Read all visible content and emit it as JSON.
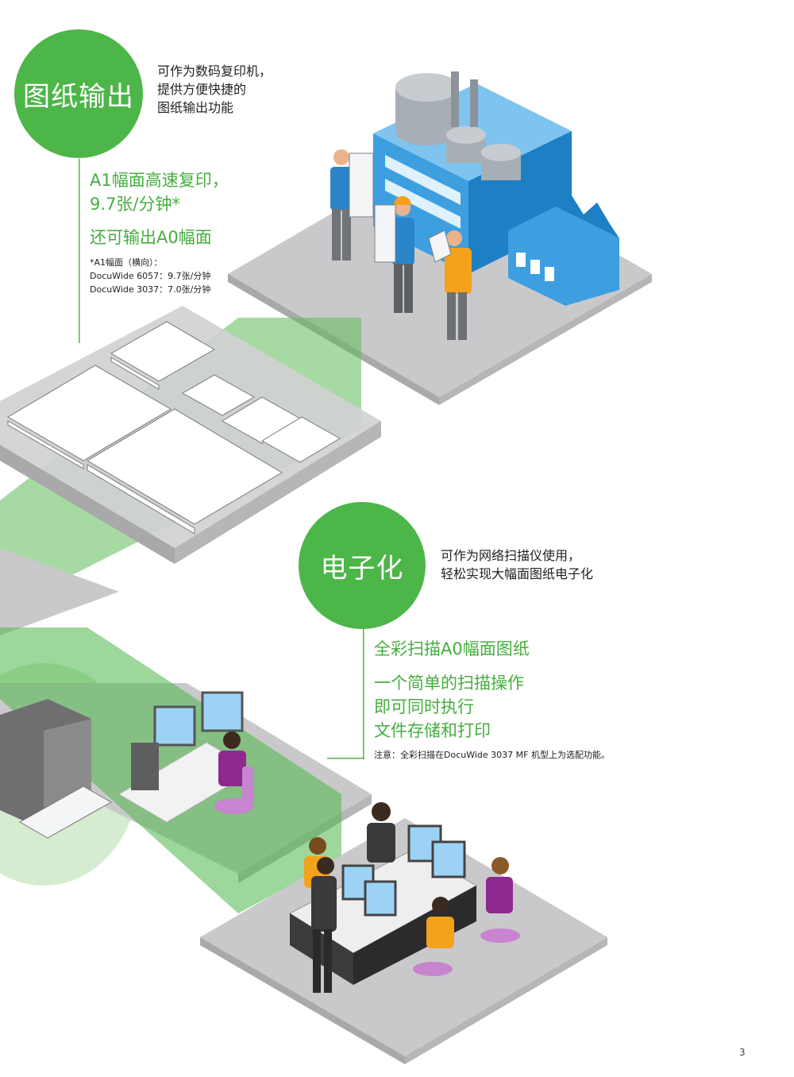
{
  "section1": {
    "circle_label": "图纸输出",
    "desc": [
      "可作为数码复印机，",
      "提供方便快捷的",
      "图纸输出功能"
    ],
    "highlight": [
      "A1幅面高速复印，",
      "9.7张/分钟*"
    ],
    "highlight2": "还可输出A0幅面",
    "notes": [
      "*A1幅面（横向）：",
      "DocuWide 6057：9.7张/分钟",
      "DocuWide 3037：7.0张/分钟"
    ]
  },
  "section2": {
    "circle_label": "电子化",
    "desc": [
      "可作为网络扫描仪使用，",
      "轻松实现大幅面图纸电子化"
    ],
    "highlight": "全彩扫描A0幅面图纸",
    "highlight2": [
      "一个简单的扫描操作",
      "即可同时执行",
      "文件存储和打印"
    ],
    "note": "注意：全彩扫描在DocuWide 3037 MF 机型上为选配功能。"
  },
  "page_number": "3",
  "colors": {
    "accent_green": "#4cb648",
    "text_green": "#46ad3f",
    "platform_gray": "#c9c9cb",
    "factory_blue": "#3d9fe0"
  }
}
